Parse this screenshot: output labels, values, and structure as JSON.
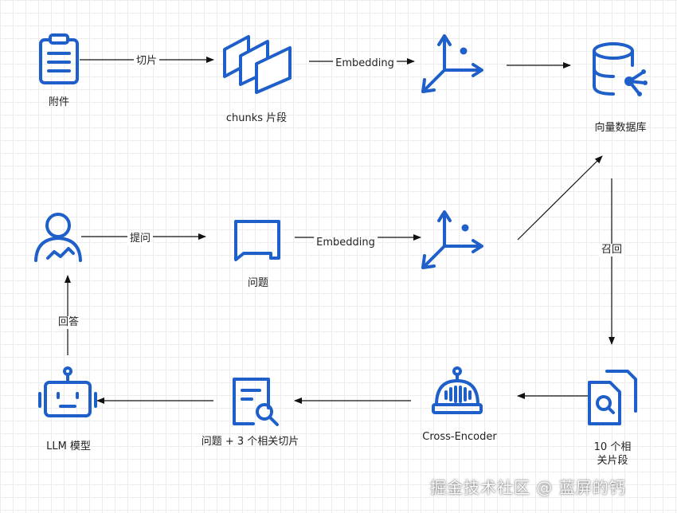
{
  "nodes": {
    "attachment": "附件",
    "chunks": "chunks 片段",
    "vector_db": "向量数据库",
    "question": "问题",
    "question_slices": "问题 + 3 个相关切片",
    "cross_encoder": "Cross-Encoder",
    "relevant_slices": "10 个相\n关片段",
    "llm": "LLM 模型"
  },
  "edges": {
    "slice": "切片",
    "embedding_top": "Embedding",
    "ask": "提问",
    "embedding_mid": "Embedding",
    "recall": "召回",
    "answer": "回答"
  },
  "watermark": "掘金技术社区 @ 蓝屏的钙",
  "colors": {
    "icon": "#1E5FC9",
    "arrow": "#111111",
    "grid": "#ececec"
  }
}
